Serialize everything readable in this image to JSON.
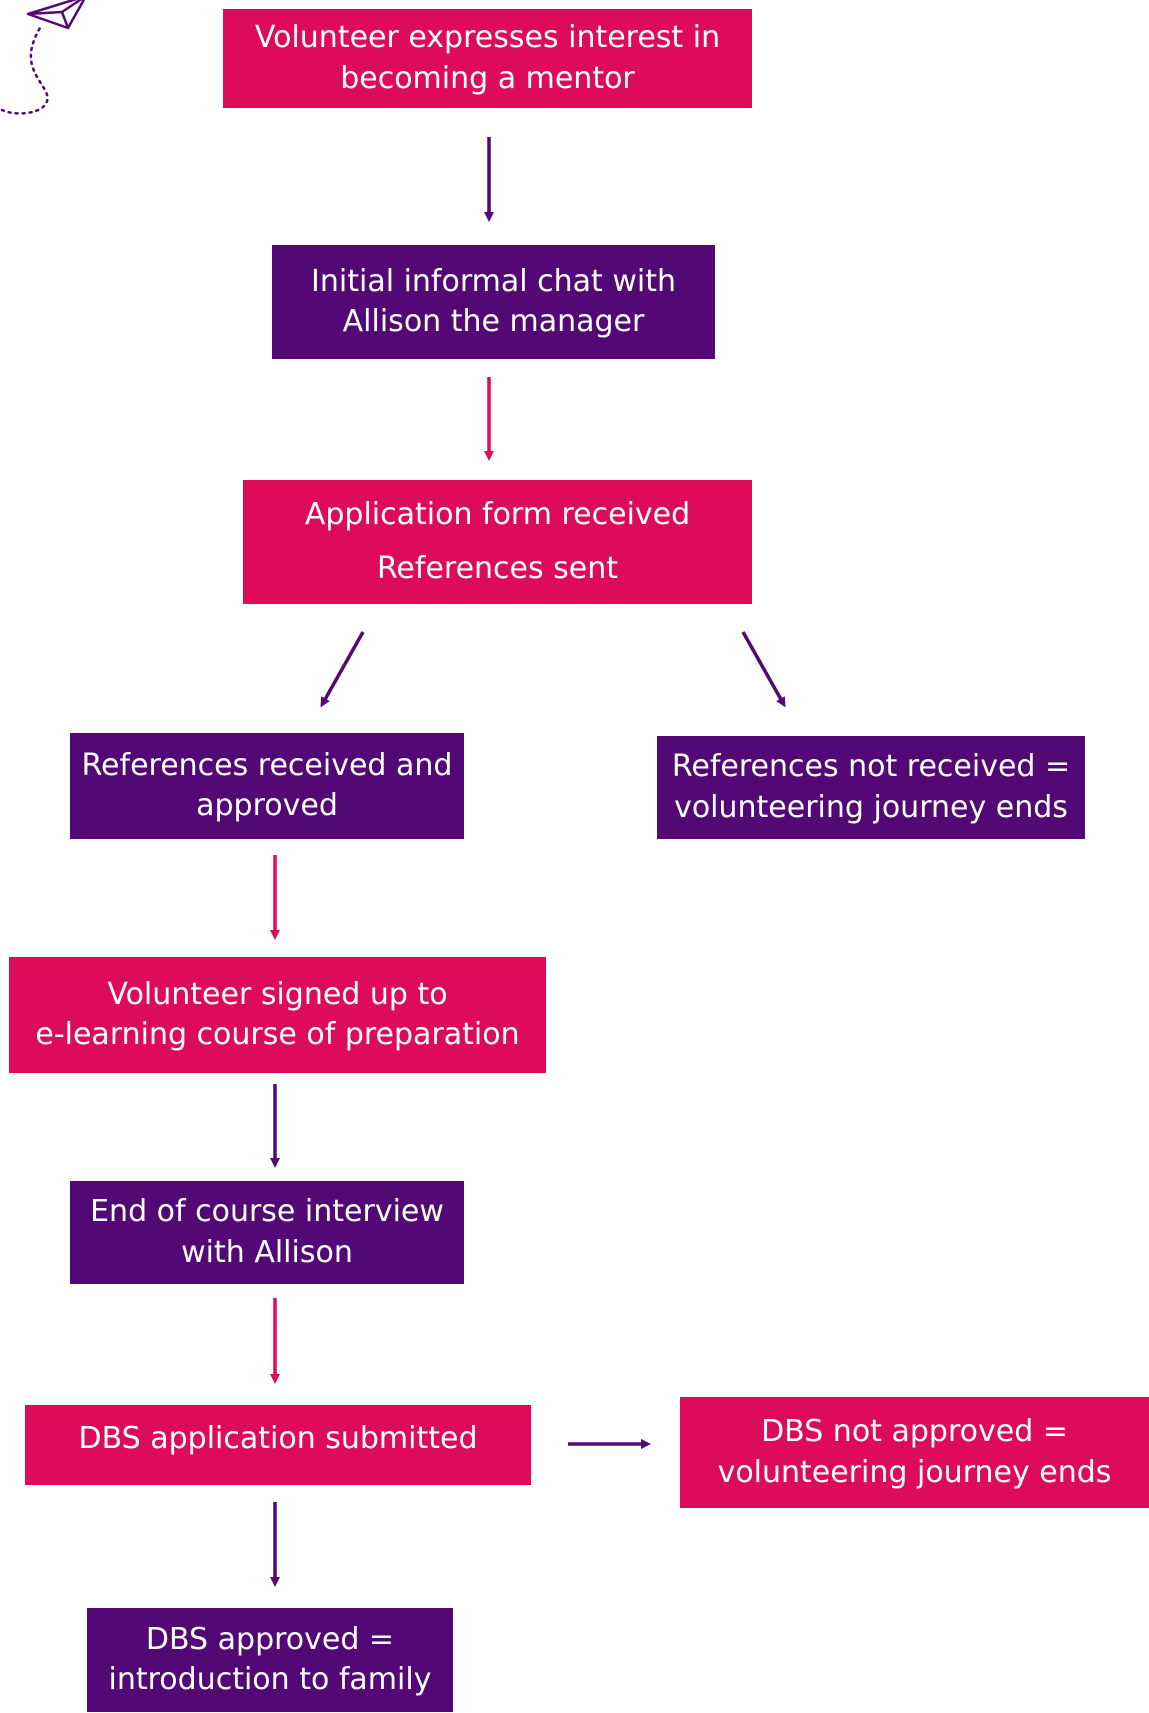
{
  "colors": {
    "pink": "#de0b5a",
    "purple": "#520875",
    "background": "#ffffff"
  },
  "icons": {
    "decoration": "paper-plane-icon"
  },
  "steps": {
    "expresses_interest": [
      "Volunteer expresses interest in",
      "becoming a mentor"
    ],
    "informal_chat": [
      "Initial informal chat with",
      "Allison the manager"
    ],
    "application": [
      "Application form received",
      "References sent"
    ],
    "references_approved": [
      "References received and",
      "approved"
    ],
    "references_not_received": [
      "References not received =",
      "volunteering journey ends"
    ],
    "elearning": [
      "Volunteer signed up to",
      "e-learning course of preparation"
    ],
    "interview": [
      "End of course interview",
      "with Allison"
    ],
    "dbs_submitted": [
      "DBS application submitted"
    ],
    "dbs_not_approved": [
      "DBS not approved =",
      "volunteering journey ends"
    ],
    "dbs_approved": [
      "DBS approved =",
      "introduction to family"
    ]
  }
}
